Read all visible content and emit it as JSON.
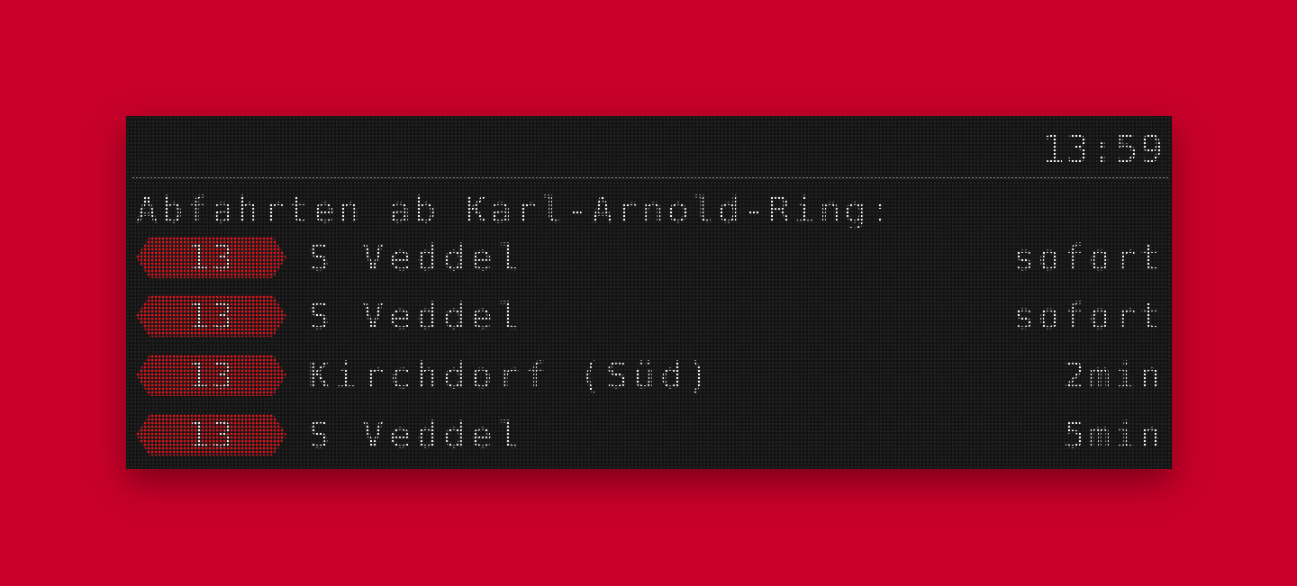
{
  "board": {
    "clock": "13:59",
    "heading": "Abfahrten ab Karl-Arnold-Ring:",
    "departures": [
      {
        "line": "13",
        "destination": "S Veddel",
        "time": "sofort"
      },
      {
        "line": "13",
        "destination": "S Veddel",
        "time": "sofort"
      },
      {
        "line": "13",
        "destination": "Kirchdorf (Süd)",
        "time": "2min"
      },
      {
        "line": "13",
        "destination": "S Veddel",
        "time": "5min"
      }
    ]
  },
  "colors": {
    "background": "#c8002a",
    "board": "#141414",
    "led_text": "#f2f2f2",
    "line_badge": "#e3141c"
  },
  "icons": {
    "line_badge_shape": "hexagon-line-badge"
  }
}
